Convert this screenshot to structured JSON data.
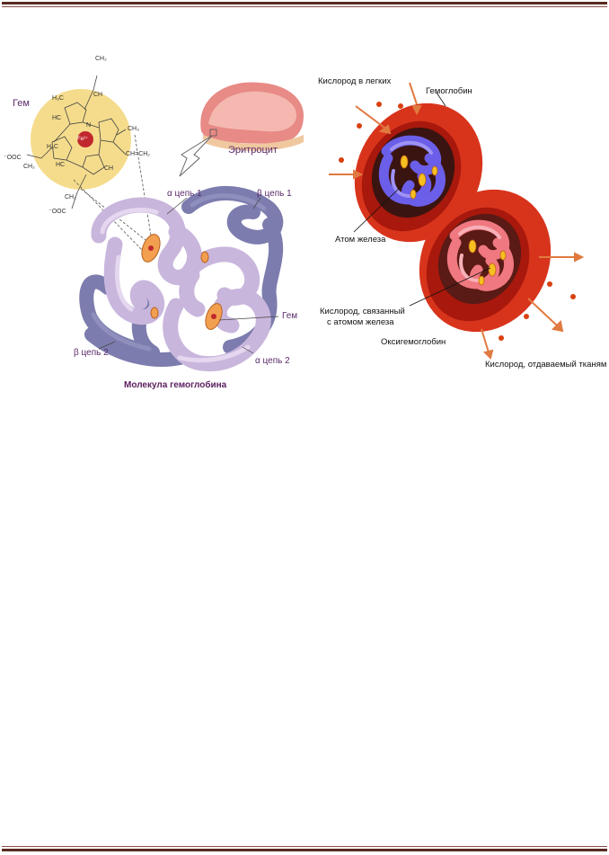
{
  "left_figure": {
    "heme_label": "Гем",
    "erythrocyte_label": "Эритроцит",
    "alpha1_label": "α цепь 1",
    "beta1_label": "β цепь 1",
    "beta2_label": "β цепь 2",
    "alpha2_label": "α цепь 2",
    "heme_label_2": "Гем",
    "caption": "Молекула гемоглобина",
    "chem": {
      "ch2_top": "CH₂",
      "ch_top": "CH",
      "h3c_1": "H₃C",
      "hc_left": "HC",
      "fe": "Fe²⁺",
      "ch3_right": "CH₃",
      "ch_ch2": "CH=CH₂",
      "h3c_2": "H₃C",
      "ooc_left": "⁻OOC",
      "ch2_a": "CH₂",
      "ch2_b": "CH₂",
      "ooc_bottom": "⁻OOC",
      "n": "N",
      "hc2": "HC",
      "ch_mid": "CH"
    },
    "colors": {
      "heme_circle": "#f5dc8c",
      "alpha_chain": "#c9b6dc",
      "beta_chain": "#7c7cae",
      "erythrocyte": "#e88a86",
      "iron": "#c0282d"
    }
  },
  "right_figure": {
    "oxygen_in_lungs": "Кислород в легких",
    "hemoglobin": "Гемоглобин",
    "iron_atom": "Атом железа",
    "bound_oxygen_line1": "Кислород, связанный",
    "bound_oxygen_line2": "с атомом железа",
    "oxyhemoglobin": "Оксигемоглобин",
    "oxygen_to_tissues": "Кислород, отдаваемый тканям",
    "colors": {
      "cell": "#d8341c",
      "deoxy_protein": "#6b5ee8",
      "oxy_protein": "#f07880",
      "oxygen_dot": "#d84010",
      "arrow": "#e07a40"
    }
  }
}
